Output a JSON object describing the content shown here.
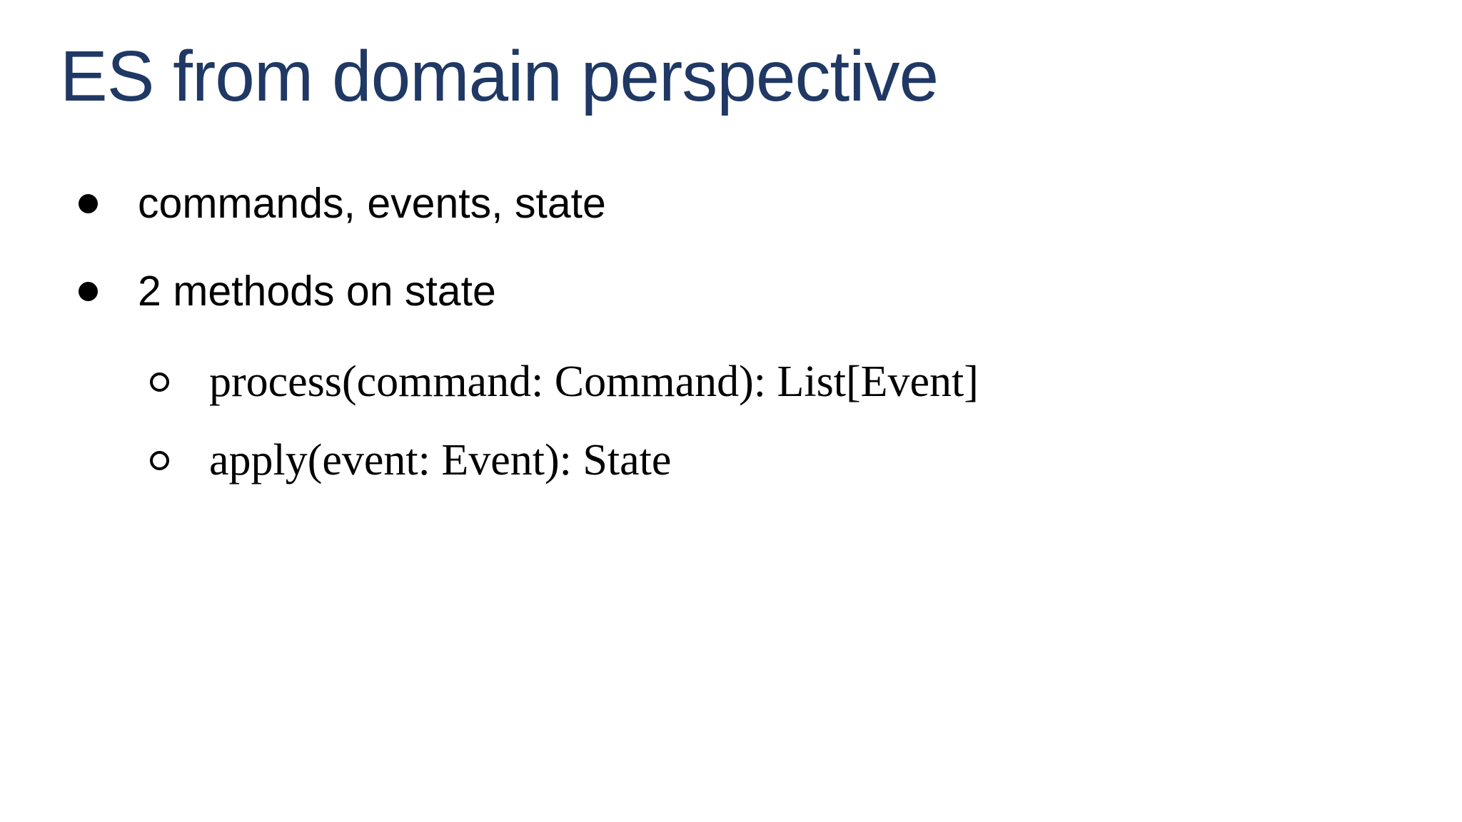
{
  "slide": {
    "title": "ES from domain perspective",
    "bullets": [
      {
        "level": 1,
        "marker": "filled-dot",
        "text": "commands, events, state"
      },
      {
        "level": 1,
        "marker": "filled-dot",
        "text": "2 methods on state"
      },
      {
        "level": 2,
        "marker": "hollow-circle",
        "text": "process(command: Command): List[Event]"
      },
      {
        "level": 2,
        "marker": "hollow-circle",
        "text": "apply(event: Event): State"
      }
    ],
    "colors": {
      "title": "#1f3864",
      "body_text": "#000000",
      "background": "#ffffff"
    }
  }
}
